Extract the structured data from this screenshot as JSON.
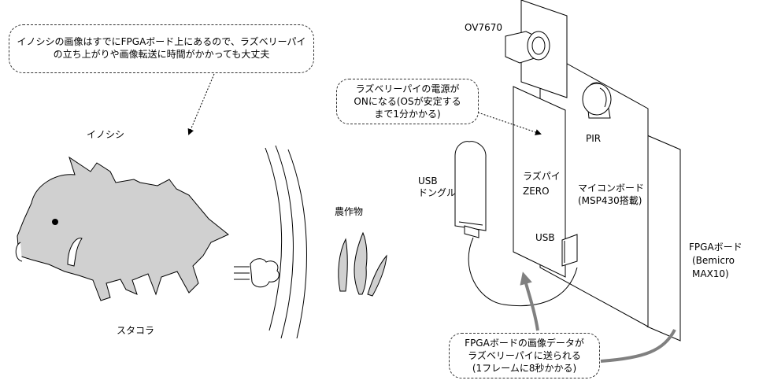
{
  "callouts": {
    "top": {
      "lines": [
        "イノシシの画像はすでにFPGAボード上にあるので、ラズベリーパイ",
        "の立ち上がりや画像転送に時間がかかっても大丈夫"
      ]
    },
    "power": {
      "lines": [
        "ラズベリーパイの電源が",
        "ONになる(OSが安定する",
        "まで1分かかる)"
      ]
    },
    "transfer": {
      "lines": [
        "FPGAボードの画像データが",
        "ラズベリーパイに送られる",
        "(1フレームに8秒かかる)"
      ]
    }
  },
  "labels": {
    "boar": "イノシシ",
    "escape": "スタコラ",
    "crops": "農作物",
    "camera": "OV7670",
    "pir": "PIR",
    "usb_dongle": [
      "USB",
      "ドングル"
    ],
    "raspi": [
      "ラズパイ",
      "ZERO"
    ],
    "usb_port": "USB",
    "mcu": [
      "マイコンボード",
      "(MSP430搭載)"
    ],
    "fpga": [
      "FPGAボード",
      "(Bemicro",
      "MAX10)"
    ]
  },
  "colors": {
    "boar_fill": "#d0d0d0",
    "arrow_gray": "#808080",
    "outline": "#000000"
  }
}
